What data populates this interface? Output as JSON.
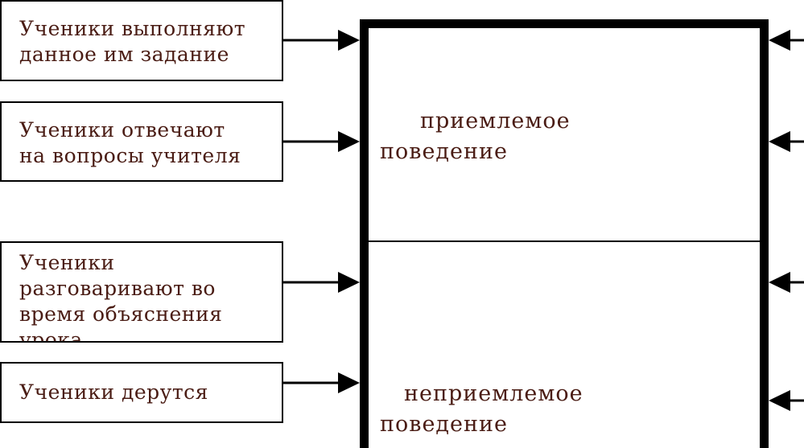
{
  "inputs": [
    {
      "id": "task",
      "lines": "Ученики выполняют\nданное им задание"
    },
    {
      "id": "answers",
      "lines": "Ученики отвечают\nна вопросы учителя"
    },
    {
      "id": "talking",
      "lines": "Ученики\nразговаривают во\nвремя объяснения\nурока"
    },
    {
      "id": "fighting",
      "lines": "Ученики дерутся"
    }
  ],
  "zones": {
    "acceptable": {
      "line1": "приемлемое",
      "line2": "поведение"
    },
    "unacceptable": {
      "line1": "неприемлемое",
      "line2": "поведение"
    }
  },
  "colors": {
    "text": "#4a1c14",
    "lines": "#000000",
    "background": "#ffffff"
  }
}
